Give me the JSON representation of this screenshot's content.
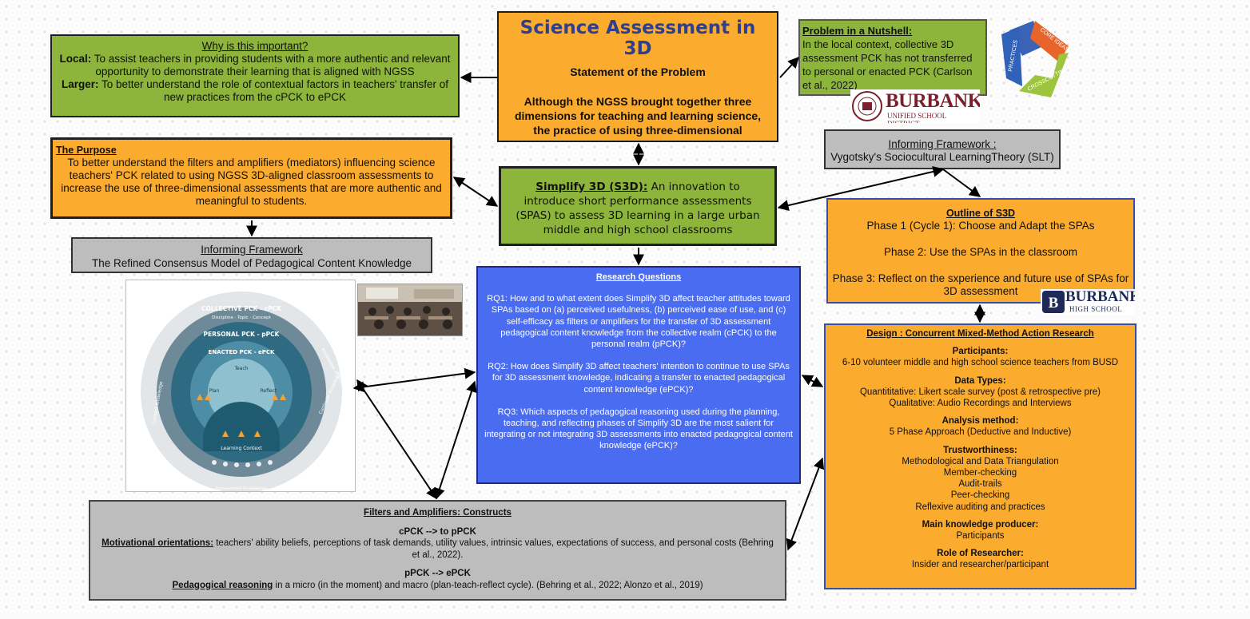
{
  "colors": {
    "green": "#8db43b",
    "orange": "#fbab2d",
    "gray": "#bdbdbd",
    "blue": "#4a6cf0",
    "title_blue": "#2e3f8f",
    "burbank_maroon": "#7a1f2b",
    "burbank_navy": "#1f2a5a"
  },
  "title": {
    "heading": "Science Assessment in 3D",
    "subheading": "Statement of the Problem",
    "body": "Although the NGSS brought together three dimensions for teaching and learning science, the practice of using three-dimensional assessments is not yet a common practice in the classroom."
  },
  "why": {
    "heading": "Why is this important?",
    "local_label": "Local:",
    "local_text": " To assist teachers in providing students with a more authentic and relevant opportunity to demonstrate their learning that is aligned with NGSS",
    "larger_label": "Larger:",
    "larger_text": " To better understand the role of contextual factors in teachers' transfer of new practices from the cPCK to ePCK"
  },
  "nutshell": {
    "heading": "Problem in a Nutshell:",
    "body": "In the local context, collective 3D assessment PCK has not transferred to personal or enacted PCK (Carlson et al., 2022)"
  },
  "triangle_logo": {
    "labels": [
      "PRACTICES",
      "CORE IDEAS",
      "CROSSCUTTING"
    ]
  },
  "burbank_district": {
    "name": "BURBANK",
    "sub": "UNIFIED SCHOOL DISTRICT"
  },
  "burbank_high": {
    "name": "BURBANK",
    "sub": "HIGH SCHOOL"
  },
  "purpose": {
    "heading": "The Purpose",
    "body": "To better understand the filters and amplifiers (mediators) influencing science teachers' PCK related to using NGSS 3D-aligned classroom assessments to increase the use of three-dimensional assessments that are more authentic and meaningful to students."
  },
  "s3d": {
    "label": "Simplify 3D (S3D):",
    "body": " An innovation to introduce short performance assessments (SPAS) to assess 3D learning in a large urban middle and high school classrooms"
  },
  "framework_slt": {
    "heading": "Informing Framework :",
    "body": "Vygotsky's Sociocultural LearningTheory (SLT)"
  },
  "framework_rcm": {
    "heading": "Informing Framework",
    "body": "The Refined Consensus Model of Pedagogical Content Knowledge"
  },
  "outline": {
    "heading": "Outline of S3D",
    "phases": [
      "Phase 1 (Cycle 1): Choose and Adapt the SPAs",
      "Phase 2: Use the SPAs in the classroom",
      "Phase 3: Reflect on the sxperience and future use of SPAs for 3D assessment"
    ]
  },
  "rq": {
    "heading": "Research Questions",
    "items": [
      "RQ1: How and to what extent does Simplify 3D affect teacher attitudes toward SPAs based on (a) perceived usefulness, (b) perceived ease of use, and (c) self-efficacy as filters or amplifiers for the transfer of 3D assessment pedagogical content knowledge from the collective realm (cPCK) to the personal realm (pPCK)?",
      "RQ2: How does Simplify 3D affect teachers' intention to continue to use SPAs for 3D assessment knowledge, indicating a transfer to enacted pedagogical content knowledge (ePCK)?",
      "RQ3: Which aspects of pedagogical reasoning used during the planning, teaching, and reflecting phases of Simplify 3D are the most salient for integrating or not integrating 3D assessments into enacted pedagogical content knowledge (ePCK)?"
    ]
  },
  "design": {
    "heading": "Design : Concurrent Mixed-Method Action Research",
    "participants_label": "Participants:",
    "participants": "6-10 volunteer middle and high school science teachers from BUSD",
    "data_label": "Data Types:",
    "data_quant": "Quantititative: Likert scale survey (post & retrospective pre)",
    "data_qual": "Qualitative:  Audio Recordings and Interviews",
    "analysis_label": "Analysis method:",
    "analysis": "5 Phase Approach (Deductive and Inductive)",
    "trust_label": "Trustworthiness:",
    "trust": [
      "Methodological and Data Triangulation",
      "Member-checking",
      "Audit-trails",
      "Peer-checking",
      "Reflexive auditing and practices"
    ],
    "producer_label": "Main knowledge producer:",
    "producer": "Participants",
    "role_label": "Role of Researcher:",
    "role": "Insider and researcher/participant"
  },
  "filters": {
    "heading": "Filters and Amplifiers: Constructs",
    "sub1": "cPCK --> to pPCK",
    "mot_label": "Motivational orientations:",
    "mot_text": " teachers' ability beliefs, perceptions of task demands, utility values, intrinsic values, expectations of success, and personal costs (Behring et al., 2022).",
    "sub2": "pPCK --> ePCK",
    "ped_label": "Pedagogical reasoning",
    "ped_text": " in a micro (in the moment) and macro (plan-teach-reflect cycle). (Behring et al., 2022; Alonzo et al., 2019)"
  },
  "rcm_diagram": {
    "labels": [
      "Pedagogical Knowledge",
      "Knowledge of Students",
      "Curricular Knowledge",
      "Assessment Knowledge",
      "Content Knowledge",
      "COLLECTIVE PCK - cPCK",
      "Discipline · Topic · Concept",
      "PERSONAL PCK - pPCK",
      "ENACTED PCK - ePCK",
      "Teach",
      "Plan",
      "Reflect",
      "Learning Context"
    ]
  }
}
